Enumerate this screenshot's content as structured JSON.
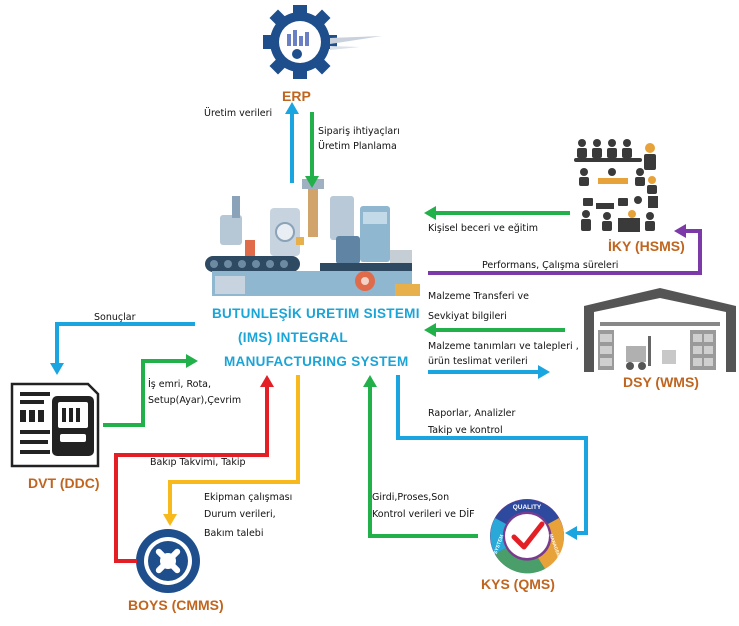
{
  "center": {
    "line1": "BUTUNLEŞİK URETIM SISTEMI",
    "line2": "(IMS)  INTEGRAL",
    "line3": "MANUFACTURING SYSTEM"
  },
  "nodes": {
    "erp": "ERP",
    "iky": "İKY (HSMS)",
    "dsy": "DSY (WMS)",
    "kys": "KYS (QMS)",
    "boys": "BOYS (CMMS)",
    "dvt": "DVT (DDC)"
  },
  "flows": {
    "uretim_verileri": "Üretim verileri",
    "siparis_1": "Sipariş ihtiyaçları",
    "siparis_2": "Üretim Planlama",
    "kisisel": "Kişisel beceri ve eğitim",
    "performans": "Performans, Çalışma süreleri",
    "malzeme_transfer_1": "Malzeme Transferi ve",
    "malzeme_transfer_2": "Sevkiyat bilgileri",
    "malzeme_tanim_1": "Malzeme tanımları ve talepleri ,",
    "malzeme_tanim_2": "ürün teslimat verileri",
    "raporlar_1": "Raporlar, Analizler",
    "raporlar_2": "Takip ve kontrol",
    "girdi_1": "Girdi,Proses,Son",
    "girdi_2": "Kontrol verileri ve DİF",
    "ekipman_1": "Ekipman çalışması",
    "ekipman_2": "Durum verileri,",
    "ekipman_3": "Bakım talebi",
    "bakip": "Bakıp Takvimi, Takip",
    "isemri_1": "İş emri, Rota,",
    "isemri_2": "Setup(Ayar),Çevrim",
    "sonuclar": "Sonuçlar"
  },
  "kys_badge": {
    "quality": "QUALITY",
    "system": "SYSTEM",
    "management": "MANAGEMENT"
  },
  "colors": {
    "blue": "#1aa5e0",
    "green": "#22b04b",
    "red": "#e31e24",
    "yellow": "#f8b91c",
    "purple": "#7b3aa8",
    "orange_title": "#c0651f",
    "center_title": "#1aa5d8"
  }
}
